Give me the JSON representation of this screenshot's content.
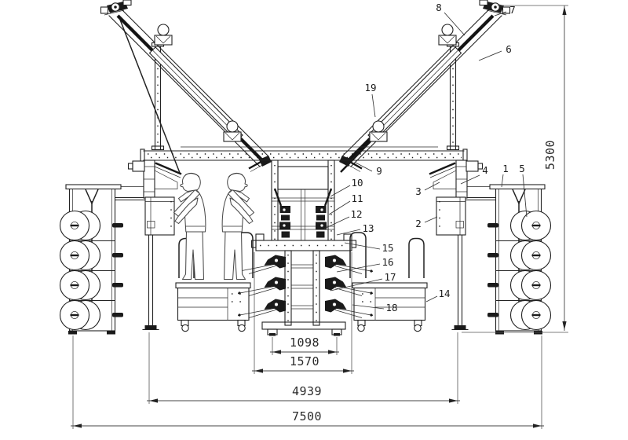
{
  "drawing": {
    "background_color": "#ffffff",
    "line_color": "#222222",
    "callouts": [
      "1",
      "2",
      "3",
      "4",
      "5",
      "6",
      "7",
      "8",
      "9",
      "10",
      "11",
      "12",
      "13",
      "14",
      "15",
      "16",
      "17",
      "18",
      "19"
    ],
    "dims": {
      "inner_width": "1098",
      "mid_width": "1570",
      "outer_width": "4939",
      "overall_width": "7500",
      "overall_height": "5300"
    }
  }
}
